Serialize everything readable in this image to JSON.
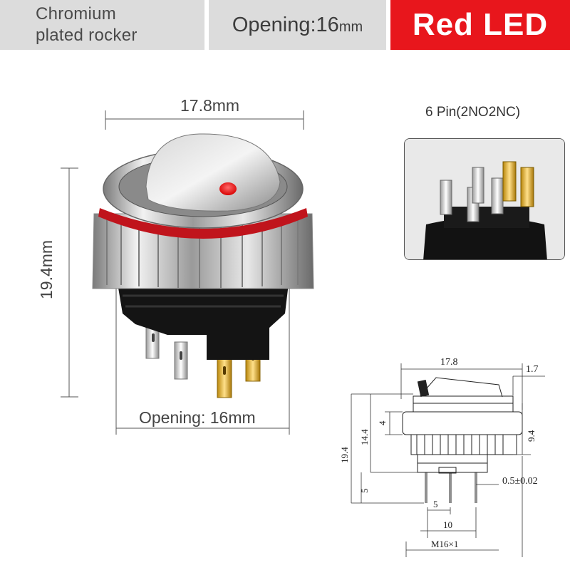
{
  "header": {
    "material_line1": "Chromium",
    "material_line2": "plated rocker",
    "opening_label": "Opening:16",
    "opening_unit": "mm",
    "led_label": "Red LED"
  },
  "photo": {
    "width_dim": "17.8mm",
    "height_dim": "19.4mm",
    "opening_dim": "Opening: 16mm"
  },
  "pins": {
    "label": "6 Pin(2NO2NC)"
  },
  "drawing": {
    "width": "17.8",
    "rocker": "1.7",
    "h_total": "19.4",
    "h_upper": "14.4",
    "h_four": "4",
    "h_right": "9.4",
    "h_pin": "5",
    "pin_thickness": "0.5±0.02",
    "pitch_small": "5",
    "pitch_large": "10",
    "thread": "M16×1"
  },
  "colors": {
    "accent": "#e8161c",
    "header_gray": "#dcdcdc",
    "led": "#ff1a1a",
    "seal_ring": "#c0141c"
  }
}
